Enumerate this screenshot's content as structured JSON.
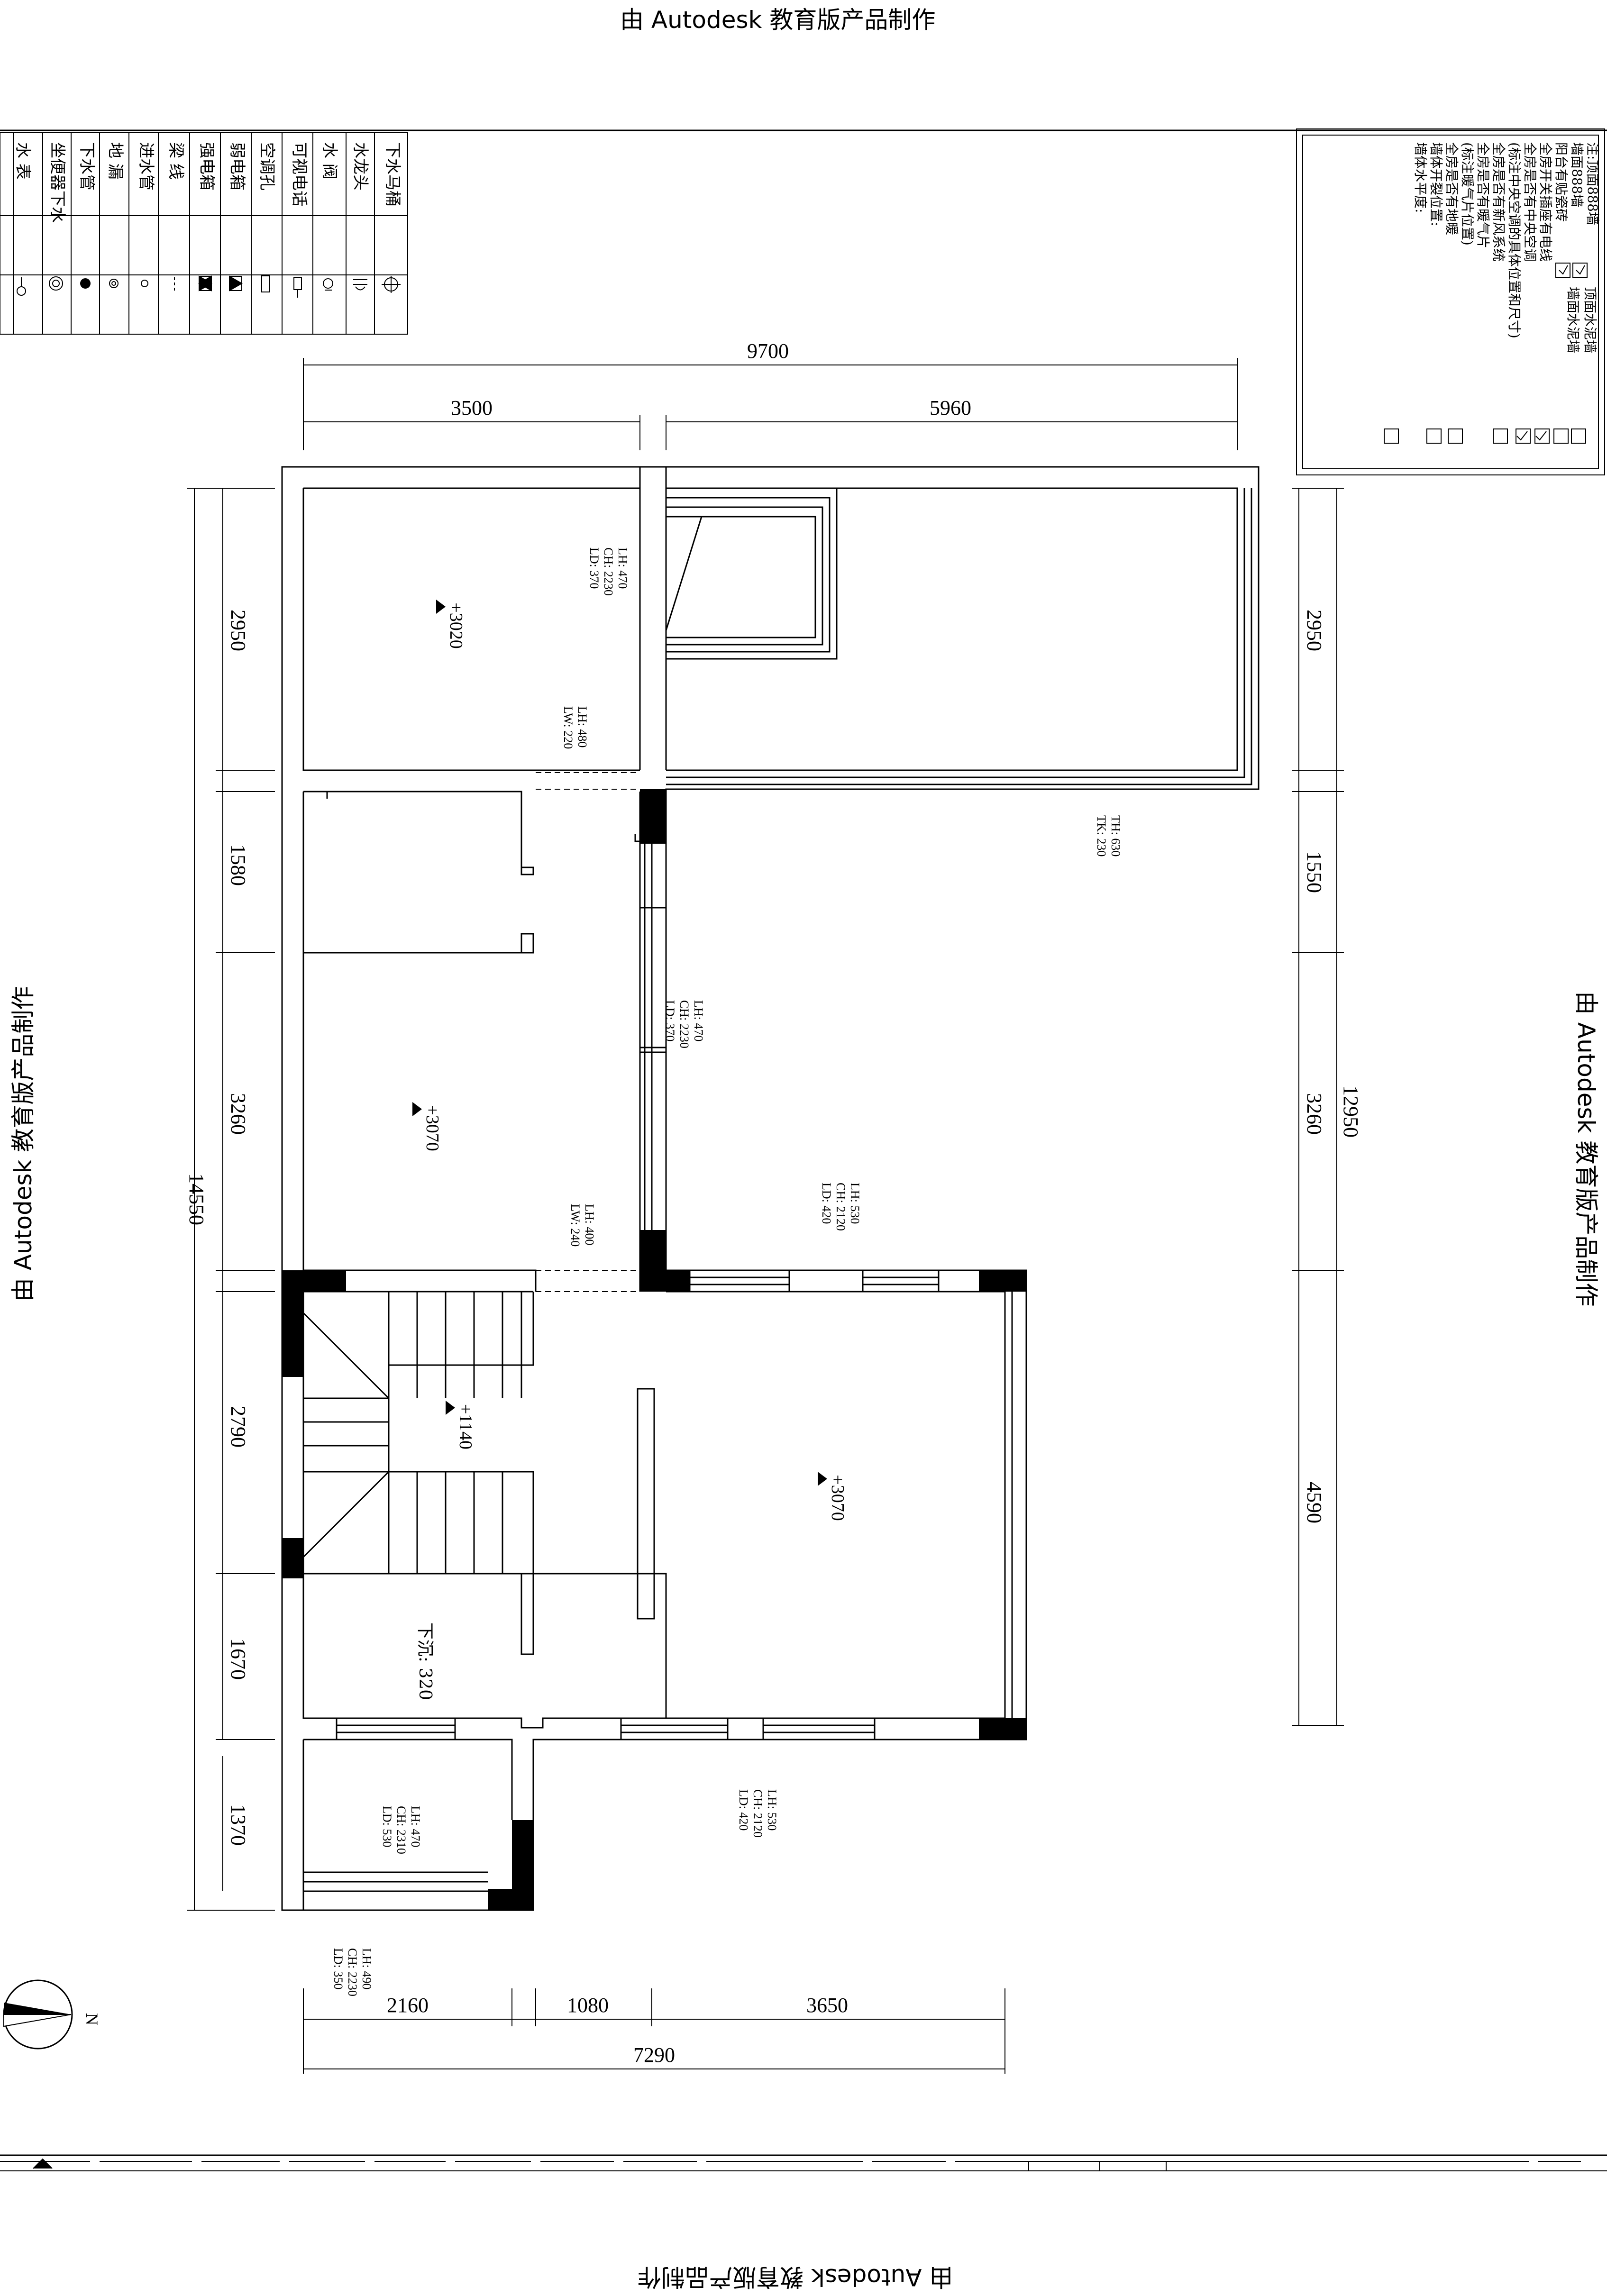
{
  "watermark": "由 Autodesk 教育版产品制作",
  "legend": {
    "items": [
      {
        "label": "下水马桶",
        "icon": "toilet-drain-icon"
      },
      {
        "label": "水龙头",
        "icon": "faucet-icon"
      },
      {
        "label": "水 阀",
        "icon": "water-valve-icon"
      },
      {
        "label": "可视电话",
        "icon": "video-phone-icon"
      },
      {
        "label": "空调孔",
        "icon": "ac-hole-icon"
      },
      {
        "label": "弱电箱",
        "icon": "weak-current-box-icon"
      },
      {
        "label": "强电箱",
        "icon": "strong-current-box-icon"
      },
      {
        "label": "梁 线",
        "icon": "beam-line-icon"
      },
      {
        "label": "进水管",
        "icon": "inlet-pipe-icon"
      },
      {
        "label": "地 漏",
        "icon": "floor-drain-icon"
      },
      {
        "label": "下水管",
        "icon": "drain-pipe-icon"
      },
      {
        "label": "坐便器下水",
        "icon": "toilet-outlet-icon"
      },
      {
        "label": "水 表",
        "icon": "water-meter-icon"
      }
    ]
  },
  "notes": {
    "lines": [
      "注:顶面888墙",
      "墙面888墙",
      "阳台有贴瓷砖",
      "全房开关插座有电线",
      "全房是否有中央空调",
      "(标注中央空调的具体位置和尺寸)",
      "全房是否有新风系统",
      "全房是否有暖气片",
      "(标注暖气片位置)",
      "全房是否有地暖",
      "墙体开裂位置:",
      "墙体水平度:"
    ],
    "checklist": [
      "顶面水泥墙",
      "墙面水泥墙"
    ]
  },
  "dimensions": {
    "top_total": "9700",
    "top_segments": [
      "3500",
      "5960"
    ],
    "left_total": "14550",
    "left_segments": [
      "2950",
      "1580",
      "3260",
      "2790",
      "1670",
      "1370"
    ],
    "right_total": "12950",
    "right_segments": [
      "2950",
      "1550",
      "3260",
      "4590"
    ],
    "bottom_total": "7290",
    "bottom_segments": [
      "2160",
      "1080",
      "3650"
    ]
  },
  "elevations": [
    "+3020",
    "+3070",
    "+1140",
    "+3070"
  ],
  "sunken_label": "下沉: 320",
  "window_notes": [
    [
      "LH: 470",
      "CH: 2230",
      "LD: 370"
    ],
    [
      "LH: 480",
      "LW: 220"
    ],
    [
      "TH: 630",
      "TK: 230"
    ],
    [
      "LH: 470",
      "CH: 2230",
      "LD: 370"
    ],
    [
      "LH: 530",
      "CH: 2120",
      "LD: 420"
    ],
    [
      "LH: 400",
      "LW: 240"
    ],
    [
      "LH: 470",
      "CH: 2310",
      "LD: 530"
    ],
    [
      "LH: 530",
      "CH: 2120",
      "LD: 420"
    ],
    [
      "LH: 490",
      "CH: 2230",
      "LD: 350"
    ]
  ],
  "compass_label": "N"
}
